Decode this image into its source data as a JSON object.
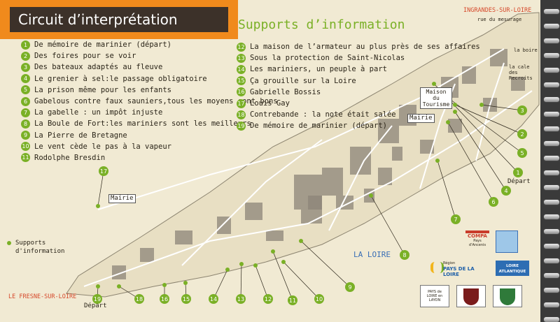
{
  "header": {
    "title": "Circuit d’interprétation",
    "supports_title": "Supports d’information"
  },
  "circuit_items": [
    {
      "num": "1",
      "text": "De mémoire de marinier (départ)"
    },
    {
      "num": "2",
      "text": "Des foires pour se voir"
    },
    {
      "num": "3",
      "text": "Des bateaux adaptés au fleuve"
    },
    {
      "num": "4",
      "text": "Le grenier à sel:le passage obligatoire"
    },
    {
      "num": "5",
      "text": "La prison même pour les enfants"
    },
    {
      "num": "6",
      "text": "Gabelous contre faux sauniers,tous les moyens sont bons"
    },
    {
      "num": "7",
      "text": "La gabelle : un impôt injuste"
    },
    {
      "num": "8",
      "text": "La Boule de Fort:les mariniers sont les meilleurs"
    },
    {
      "num": "9",
      "text": "La Pierre de Bretagne"
    },
    {
      "num": "10",
      "text": "Le vent cède le pas à la vapeur"
    },
    {
      "num": "11",
      "text": "Rodolphe Bresdin"
    },
    {
      "num": "12",
      "text": "La maison de l’armateur au plus près de ses affaires"
    },
    {
      "num": "13",
      "text": "Sous la protection de Saint-Nicolas"
    },
    {
      "num": "14",
      "text": "Les mariniers, un peuple à part"
    },
    {
      "num": "15",
      "text": "Ça grouille sur la Loire"
    },
    {
      "num": "16",
      "text": "Gabrielle Bossis"
    },
    {
      "num": "17",
      "text": "Louis Gay"
    },
    {
      "num": "18",
      "text": "Contrebande : la note était salée"
    },
    {
      "num": "19",
      "text": "De mémoire de marinier (départ)"
    }
  ],
  "map": {
    "town_east": "INGRANDES-SUR-LOIRE",
    "town_west": "LE FRESNE-SUR-LOIRE",
    "river": "LA LOIRE",
    "mairie": "Mairie",
    "maison_tourisme": "Maison du Tourisme",
    "depart": "Départ",
    "street_labels": {
      "mesurage": "rue du mesurage",
      "boire": "la boire",
      "cale": "la cale des Recroits"
    }
  },
  "legend": {
    "label": "Supports d'information"
  },
  "logos": {
    "compa": "COMPA",
    "compa_sub": "Pays d'Ancenis",
    "region": "Région",
    "pays_loire": "PAYS DE LA LOIRE",
    "loire_atlantique": "LOIRE ATLANTIQUE",
    "layon": "PAYS de LOIRE en LAYON"
  },
  "colors": {
    "background": "#f1ead3",
    "accent_green": "#7ab026",
    "orange": "#f08a1c",
    "title_box": "#3c3129",
    "town_red": "#d64a2c",
    "river_blue": "#3a6fb5"
  },
  "icons": [
    "spiral-binding-icon",
    "marker-icon",
    "coat-of-arms-icon"
  ]
}
